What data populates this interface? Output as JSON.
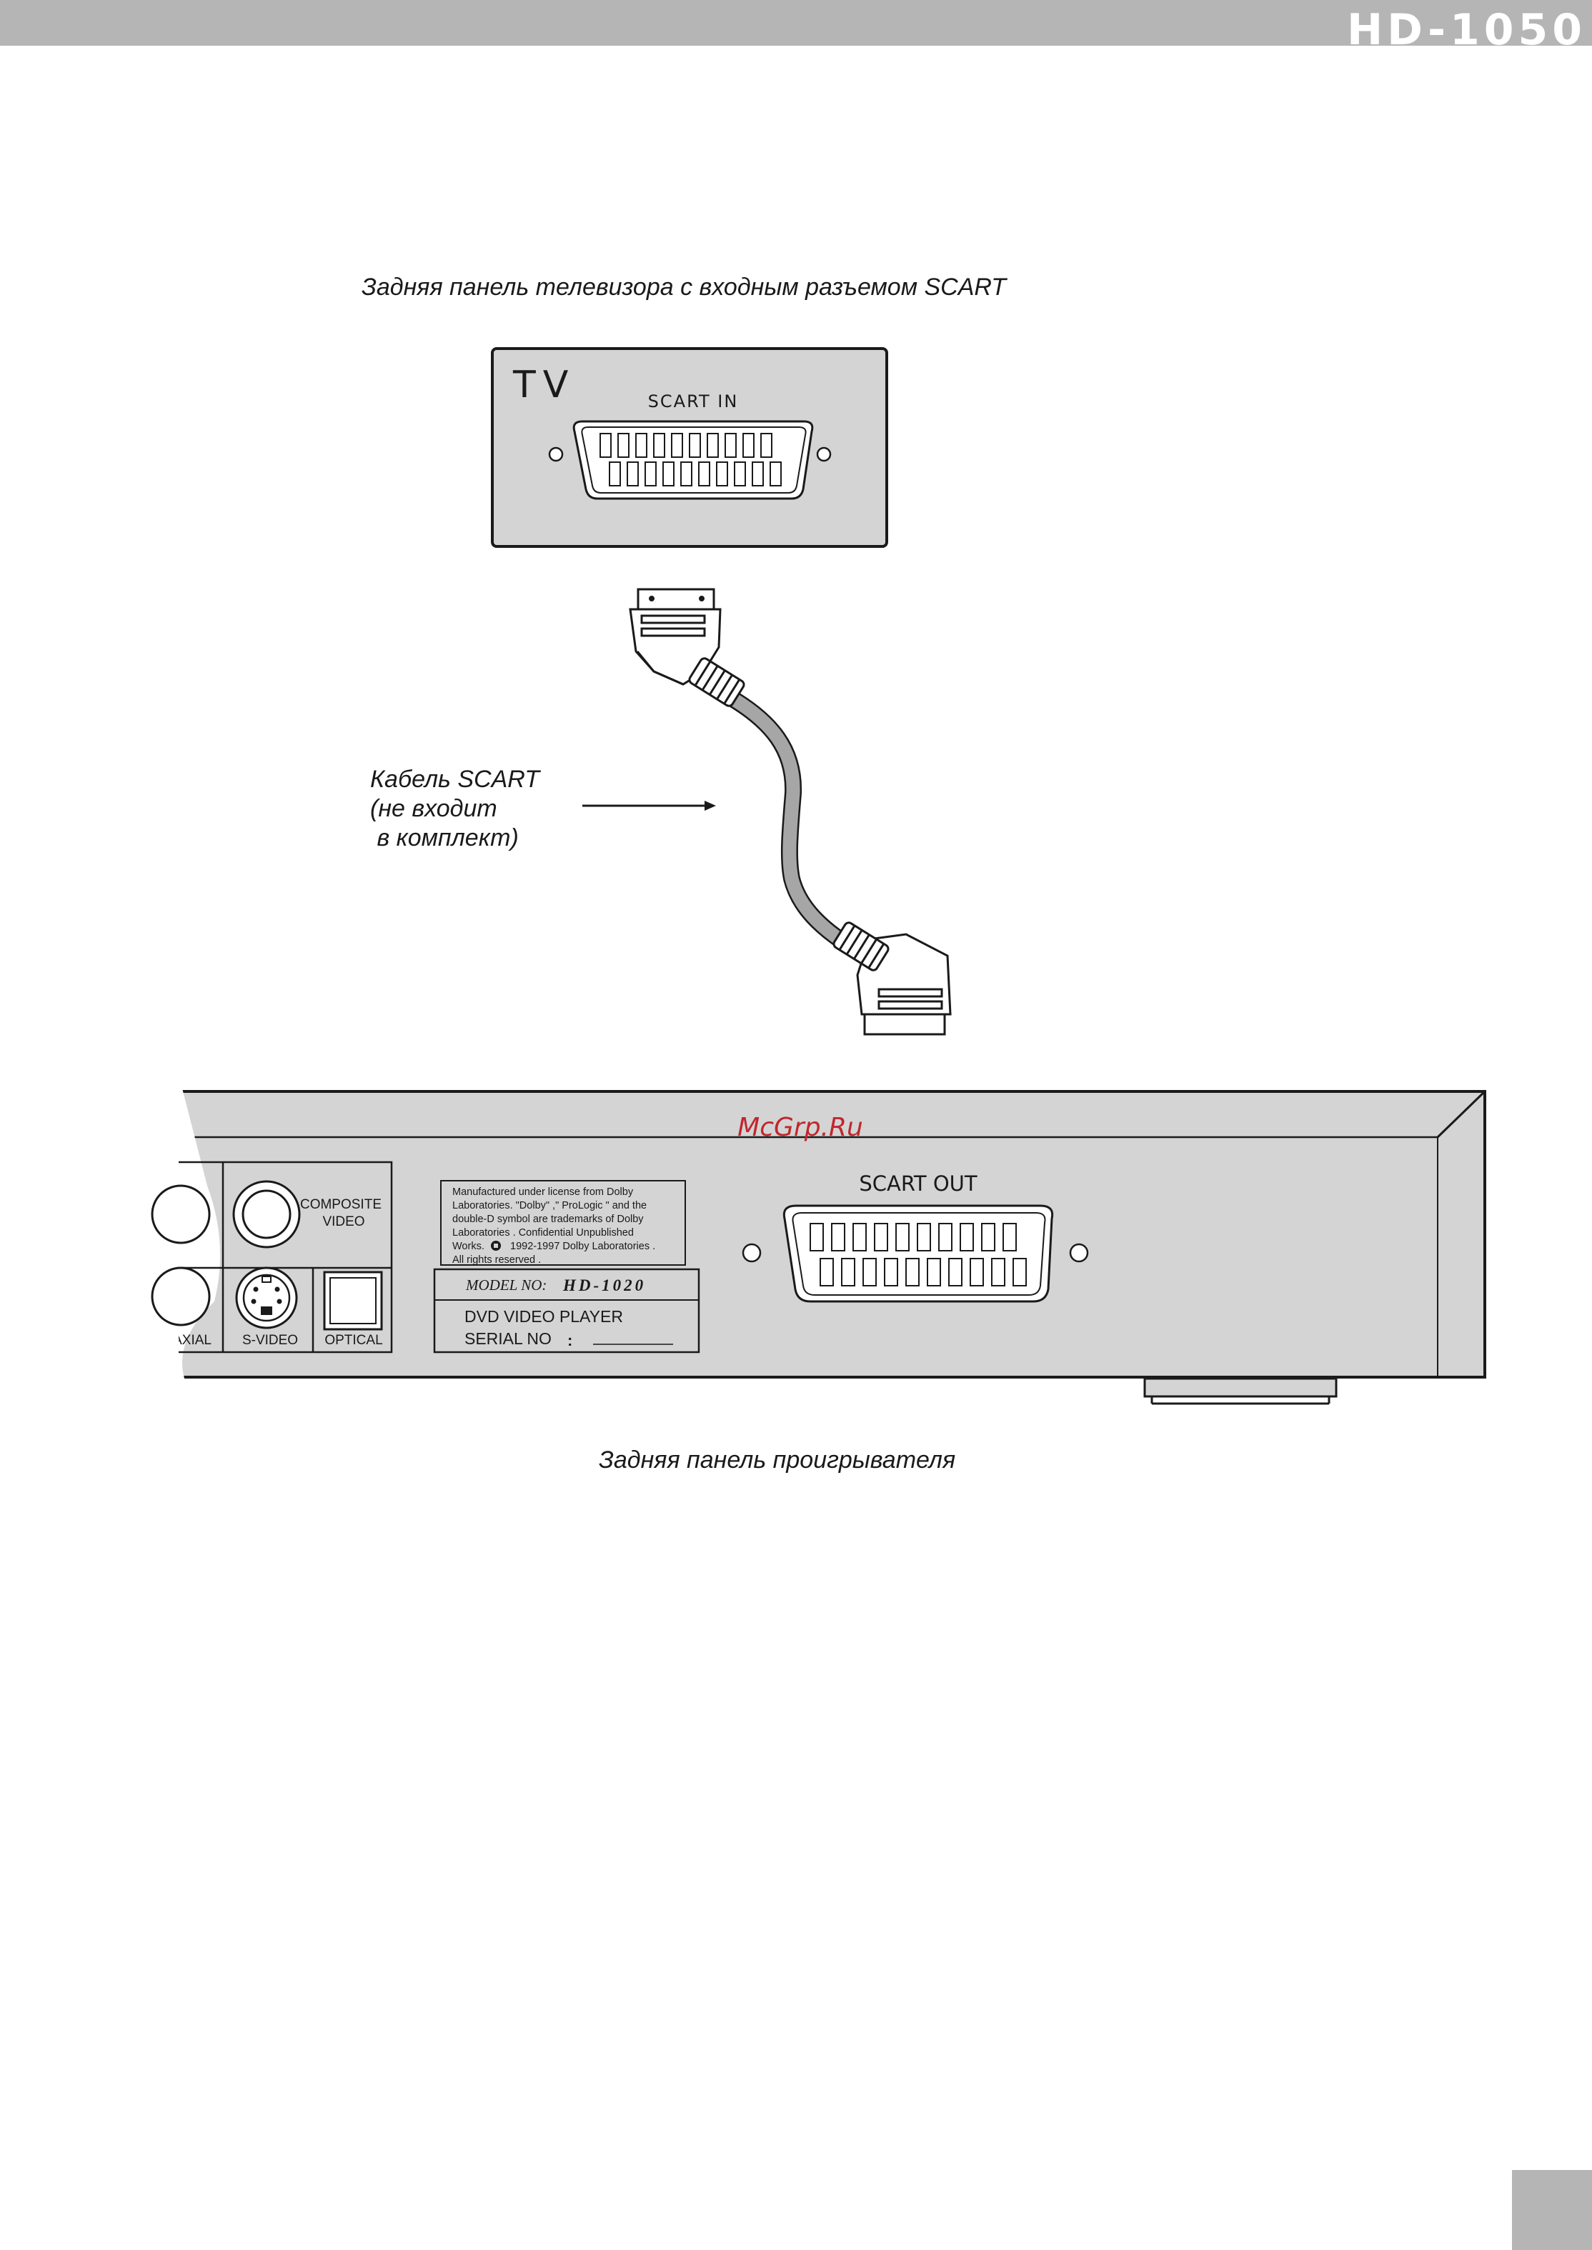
{
  "header": {
    "model": "HD-1050"
  },
  "captions": {
    "tv_panel": "Задняя панель телевизора с входным разъемом SCART",
    "player_panel": "Задняя панель проигрывателя"
  },
  "tv": {
    "label": "TV",
    "connector_label": "SCART IN"
  },
  "cable": {
    "label_lines": [
      "Кабель SCART",
      "(не входит",
      " в комплект)"
    ]
  },
  "player": {
    "watermark": "McGrp.Ru",
    "jack_labels": {
      "composite_line1": "COMPOSITE",
      "composite_line2": "VIDEO",
      "coaxial": "COAXIAL",
      "svideo": "S-VIDEO",
      "optical": "OPTICAL"
    },
    "dolby_notice": [
      "Manufactured  under  license  from  Dolby",
      "Laboratories. \"Dolby\" ,\" ProLogic \" and  the",
      "double-D  symbol  are  trademarks  of  Dolby",
      "Laboratories .  Confidential  Unpublished",
      "Works.",
      "1992-1997 Dolby   Laboratories .",
      "All  rights  reserved ."
    ],
    "model_label": "MODEL NO:",
    "model_value": "HD-1020",
    "product_line": "DVD VIDEO PLAYER",
    "serial_label": "SERIAL  NO",
    "serial_sep": ":",
    "scart_out_label": "SCART  OUT"
  },
  "colors": {
    "panel_fill": "#d4d4d4",
    "header_bar": "#b5b5b5",
    "watermark": "#c0272d",
    "cable": "#a6a6a6"
  }
}
